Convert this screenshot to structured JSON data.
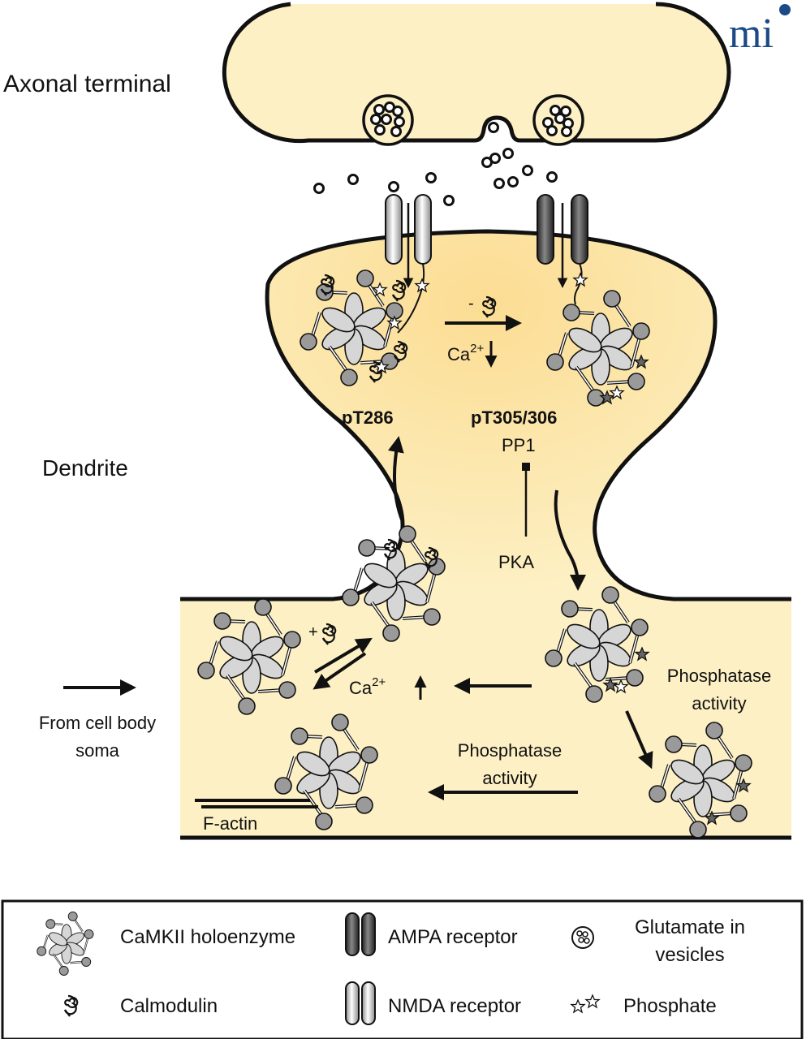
{
  "logo": {
    "text": "mi",
    "color": "#1b4a86"
  },
  "colors": {
    "cytoplasm": "#fdf0c4",
    "spine_glow": "#fbd98a",
    "outline": "#111111",
    "subunit": "#d6d6d6",
    "kinase_head": "#9a9a9a"
  },
  "regions": {
    "axonal_terminal": "Axonal terminal",
    "dendrite": "Dendrite"
  },
  "labels": {
    "minus_calmodulin": "-",
    "ca_down": "Ca",
    "ca_down_sup": "2+",
    "pT286": "pT286",
    "pT305": "pT305/306",
    "pp1": "PP1",
    "pka": "PKA",
    "plus_calmodulin": "+",
    "ca_up": "Ca",
    "ca_up_sup": "2+",
    "phosphatase_right_1": "Phosphatase",
    "phosphatase_right_2": "activity",
    "phosphatase_bottom_1": "Phosphatase",
    "phosphatase_bottom_2": "activity",
    "from_cell_1": "From cell body",
    "from_cell_2": "soma",
    "f_actin": "F-actin"
  },
  "legend": {
    "items": [
      {
        "icon": "camkii-holoenzyme-icon",
        "label": "CaMKII holoenzyme"
      },
      {
        "icon": "ampa-receptor-icon",
        "label": "AMPA receptor"
      },
      {
        "icon": "glutamate-vesicle-icon",
        "label_1": "Glutamate in",
        "label_2": "vesicles"
      },
      {
        "icon": "calmodulin-icon",
        "label": "Calmodulin"
      },
      {
        "icon": "nmda-receptor-icon",
        "label": "NMDA receptor"
      },
      {
        "icon": "phosphate-icon",
        "label": "Phosphate"
      }
    ]
  }
}
